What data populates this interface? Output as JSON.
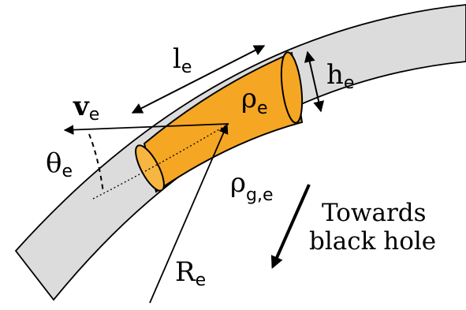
{
  "colors": {
    "tube_fill": "#dcdcdc",
    "element_fill": "#f5a623",
    "element_fill_light": "#f7b541",
    "stroke": "#000000"
  },
  "labels": {
    "length": {
      "main": "l",
      "sub": "e"
    },
    "height": {
      "main": "h",
      "sub": "e"
    },
    "velocity": {
      "main": "v",
      "sub": "e"
    },
    "angle": {
      "main": "θ",
      "sub": "e"
    },
    "element_density": {
      "main": "ρ",
      "sub": "e"
    },
    "gas_density": {
      "main": "ρ",
      "sub": "g,e"
    },
    "radius": {
      "main": "R",
      "sub": "e"
    }
  },
  "direction_text": {
    "line1": "Towards",
    "line2": "black hole"
  }
}
